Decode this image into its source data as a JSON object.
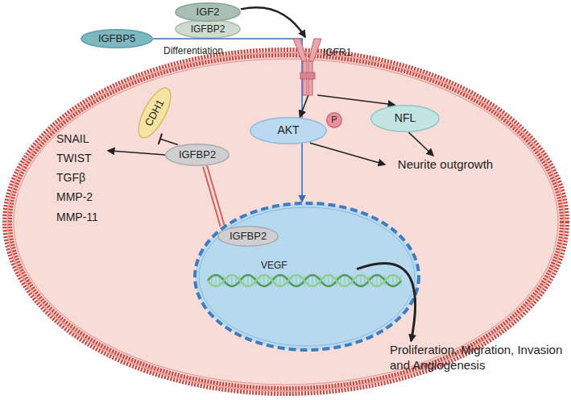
{
  "diagram": {
    "nodes": [
      {
        "text": [
          "IGF2"
        ]
      },
      {
        "text": [
          "IGFBP2"
        ]
      },
      {
        "text": [
          "IGFBP5"
        ]
      },
      {
        "text": [
          "IGFR1"
        ]
      },
      {
        "text": [
          "CDH1"
        ]
      },
      {
        "text": [
          "AKT"
        ]
      },
      {
        "text": [
          "P"
        ]
      },
      {
        "text": [
          "NFL"
        ]
      },
      {
        "text": [
          "IGFBP2"
        ]
      },
      {
        "text": [
          "SNAIL",
          "TWIST",
          "TGFβ",
          "MMP-2",
          "MMP-11"
        ]
      },
      {
        "text": [
          "Neurite outgrowth"
        ]
      },
      {
        "text": [
          "VEGF"
        ]
      },
      {
        "text": [
          "IGFBP2"
        ],
        "in": 11
      },
      {
        "text": [
          "Proliferation, Migration, Invasion and Angiogenesis"
        ]
      }
    ],
    "edges": [
      {
        "from": 0,
        "to": 3,
        "arrow": "to"
      },
      {
        "from": 2,
        "to": 11,
        "label": "Differentiation",
        "arrow": "to"
      },
      {
        "from": 3,
        "to": 5,
        "arrow": "to"
      },
      {
        "from": 3,
        "to": 7,
        "arrow": "to"
      },
      {
        "from": 5,
        "to": 10,
        "arrow": "to"
      },
      {
        "from": 7,
        "to": 10,
        "arrow": "to"
      },
      {
        "from": 8,
        "to": 9,
        "arrow": "to"
      },
      {
        "from": 8,
        "to": 4,
        "arrow": "to"
      },
      {
        "from": 8,
        "to": 12,
        "arrow": "none"
      },
      {
        "from": 11,
        "to": 13,
        "arrow": "to"
      }
    ]
  }
}
